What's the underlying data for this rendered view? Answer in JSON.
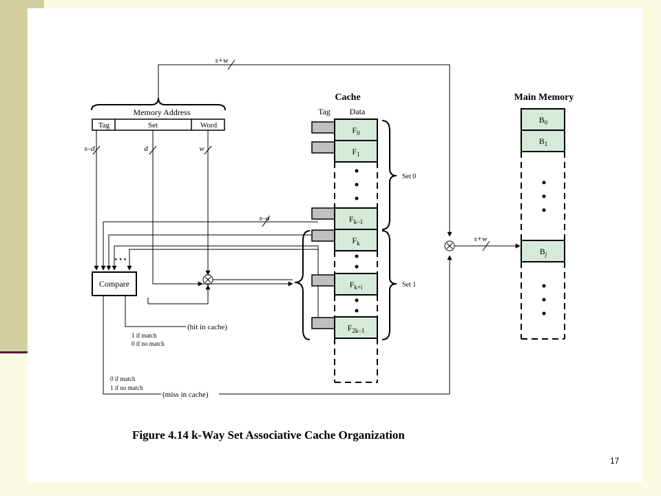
{
  "figure": {
    "caption": "Figure 4.14   k-Way Set Associative Cache Organization",
    "bus_width_top": "s+w",
    "bus_width_memory": "s+w",
    "memory_address": {
      "title": "Memory Address",
      "fields": [
        "Tag",
        "Set",
        "Word"
      ],
      "widths": [
        "s–d",
        "d",
        "w"
      ]
    },
    "tag_bus_width": "s–d",
    "compare_label": "Compare",
    "compare_dots": "• • •",
    "hit_signal": {
      "lines": [
        "1 if match",
        "0 if no match"
      ],
      "label": "(hit in cache)"
    },
    "miss_signal": {
      "lines": [
        "0 if match",
        "1 if no match"
      ],
      "label": "(miss in cache)"
    },
    "cache": {
      "title": "Cache",
      "col_tag": "Tag",
      "col_data": "Data",
      "lines": [
        {
          "main": "F",
          "sub": "0"
        },
        {
          "main": "F",
          "sub": "1"
        },
        {
          "main": "F",
          "sub": "k–1"
        },
        {
          "main": "F",
          "sub": "k"
        },
        {
          "main": "F",
          "sub": "k+i"
        },
        {
          "main": "F",
          "sub": "2k–1"
        }
      ],
      "sets": [
        "Set 0",
        "Set 1"
      ]
    },
    "main_memory": {
      "title": "Main Memory",
      "blocks": [
        {
          "main": "B",
          "sub": "0"
        },
        {
          "main": "B",
          "sub": "1"
        },
        {
          "main": "B",
          "sub": "j"
        }
      ]
    },
    "colors": {
      "cell_fill": "#d6eadb",
      "tag_fill": "#c0c0c0",
      "stroke": "#000000"
    }
  },
  "page_number": "17"
}
